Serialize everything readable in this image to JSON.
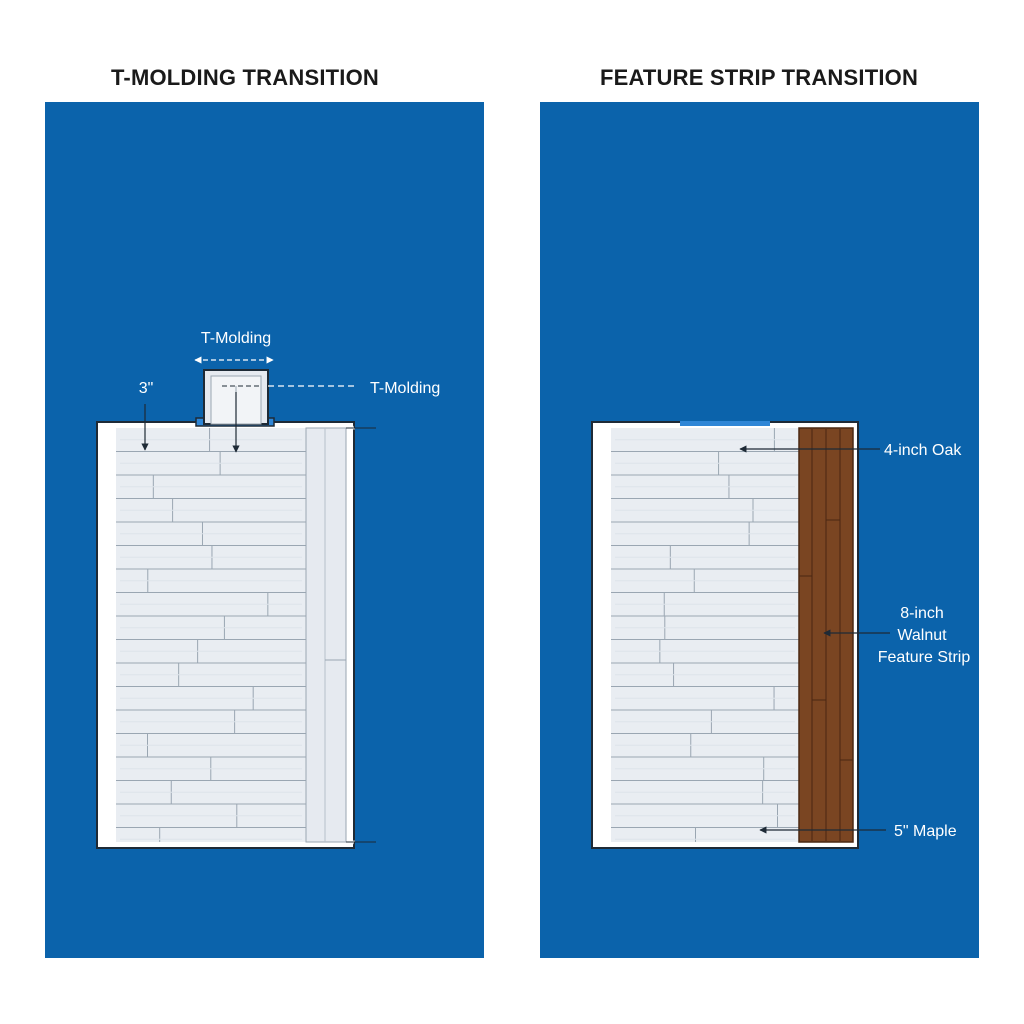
{
  "colors": {
    "panel_blue": "#0b63ab",
    "plank": "#e9edf2",
    "plank_seam": "#9aa6b2",
    "frame": "#ffffff",
    "walnut": "#7a4522",
    "walnut_dark": "#5a3017",
    "accent_blue": "#2f86d6",
    "label": "#ffffff"
  },
  "left_panel": {
    "title": "T-MOLDING TRANSITION",
    "labels": {
      "t_molding_top": "T-Molding",
      "t_molding_side": "T-Molding",
      "width": "3\""
    }
  },
  "right_panel": {
    "title": "FEATURE STRIP TRANSITION",
    "labels": {
      "oak": "4-inch Oak",
      "walnut_line1": "8-inch",
      "walnut_line2": "Walnut",
      "walnut_line3": "Feature Strip",
      "maple": "5\" Maple"
    }
  }
}
